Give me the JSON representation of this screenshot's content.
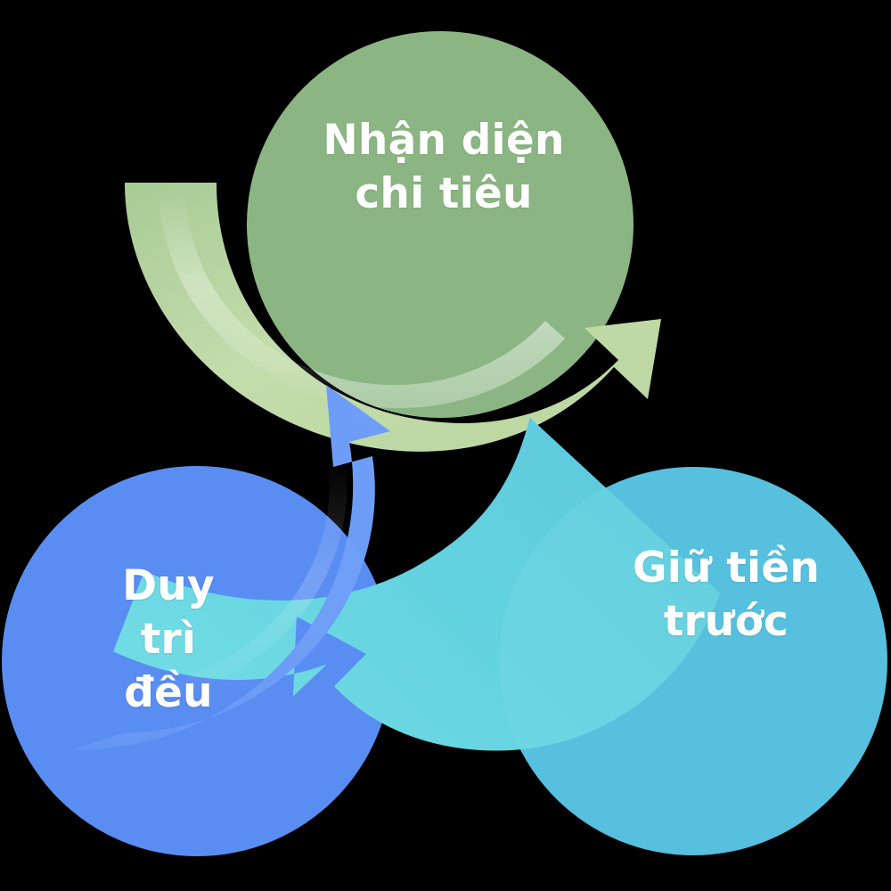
{
  "diagram": {
    "type": "cycle",
    "direction": "clockwise",
    "background_color": "#000000",
    "nodes": [
      {
        "id": "green",
        "label": "Nhận diện\nchi tiêu",
        "color": "#8BB683",
        "text_color": "#FFFFFF",
        "position": "top"
      },
      {
        "id": "cyan",
        "label": "Giữ tiền\ntrước",
        "color": "#56C0DE",
        "text_color": "#FFFFFF",
        "position": "bottom-right"
      },
      {
        "id": "blue",
        "label": "Duy\ntrì\nđều",
        "color": "#5A8DF2",
        "text_color": "#FFFFFF",
        "position": "bottom-left"
      }
    ],
    "arrows": [
      {
        "id": "green-to-cyan",
        "from": "green",
        "to": "cyan",
        "color": "#B9D39C"
      },
      {
        "id": "cyan-to-blue",
        "from": "cyan",
        "to": "blue",
        "color": "#5FCDDE"
      },
      {
        "id": "blue-to-green",
        "from": "blue",
        "to": "green",
        "color": "#5A8DF2"
      }
    ]
  }
}
